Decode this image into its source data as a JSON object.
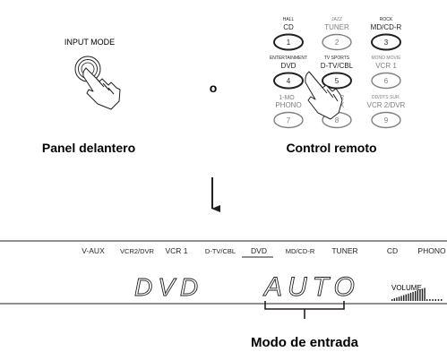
{
  "panel": {
    "input_mode_label": "INPUT MODE",
    "caption": "Panel delantero"
  },
  "connector": "o",
  "remote": {
    "caption": "Control remoto",
    "buttons": [
      {
        "top": "HALL",
        "label": "CD",
        "number": "1",
        "active": true
      },
      {
        "top": "JAZZ",
        "label": "TUNER",
        "number": "2",
        "active": false
      },
      {
        "top": "ROCK",
        "label": "MD/CD-R",
        "number": "3",
        "active": true
      },
      {
        "top": "ENTERTAINMENT",
        "label": "DVD",
        "number": "4",
        "active": true
      },
      {
        "top": "TV SPORTS",
        "label": "D-TV/CBL",
        "number": "5",
        "active": true
      },
      {
        "top": "MONO MOVIE",
        "label": "VCR 1",
        "number": "6",
        "active": false
      },
      {
        "top": "",
        "label": "PHONO",
        "number": "7",
        "active": false,
        "overlay": "1-MO"
      },
      {
        "top": "",
        "label": "AUX",
        "number": "8",
        "active": false,
        "overlay": "STR-2"
      },
      {
        "top": "DD/DTS SUR.",
        "label": "VCR 2/DVR",
        "number": "9",
        "active": false
      }
    ]
  },
  "display": {
    "inputs": [
      "V-AUX",
      "VCR2/DVR",
      "VCR 1",
      "D-TV/CBL",
      "DVD",
      "MD/CD-R",
      "TUNER",
      "CD",
      "PHONO"
    ],
    "selected_input": "DVD",
    "source_text": "DVD",
    "mode_text": "AUTO",
    "volume_label": "VOLUME"
  },
  "callout": "Modo de entrada"
}
